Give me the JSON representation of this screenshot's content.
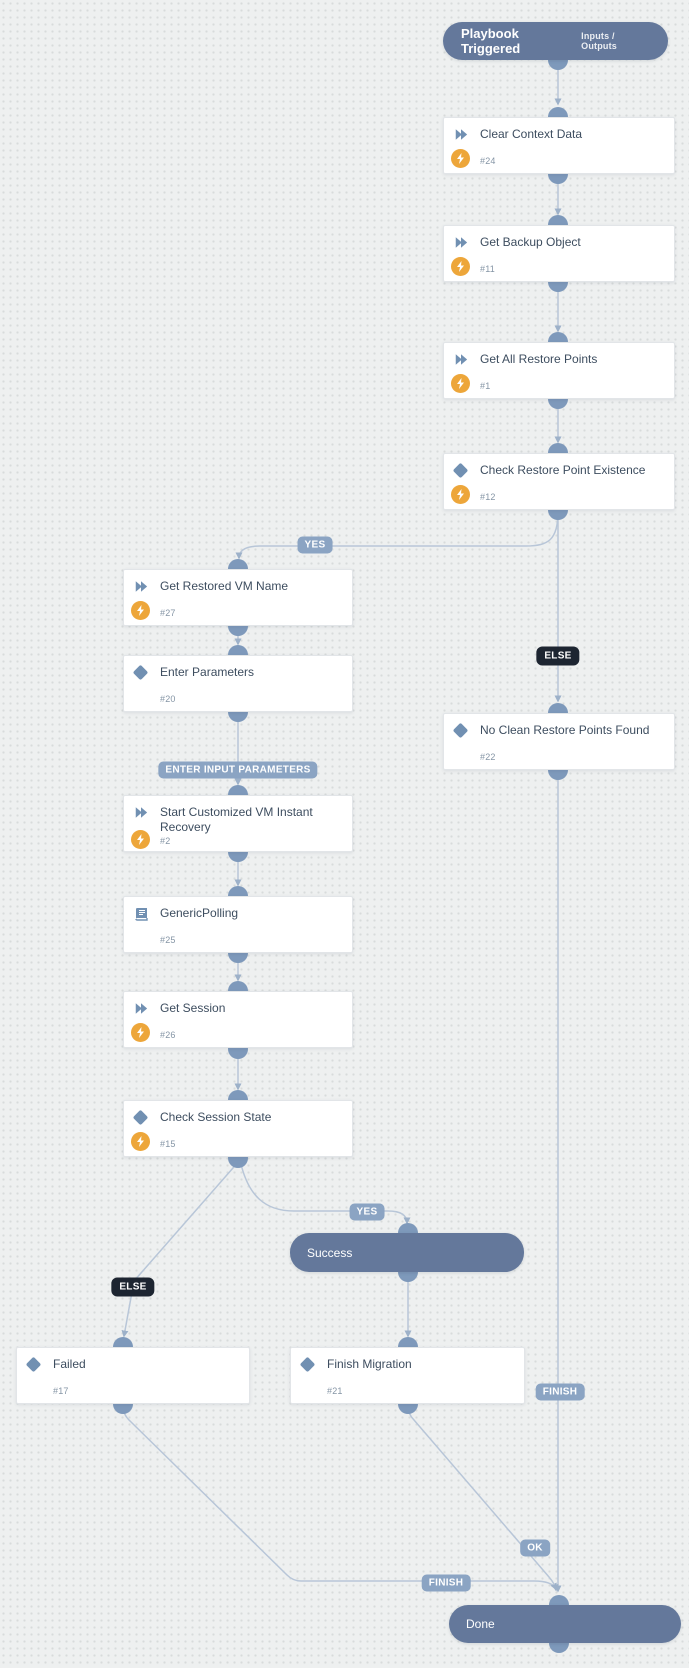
{
  "start": {
    "title": "Playbook Triggered",
    "io_label": "Inputs / Outputs"
  },
  "tasks": {
    "clear_context": {
      "title": "Clear Context Data",
      "num": "#24"
    },
    "get_backup": {
      "title": "Get Backup Object",
      "num": "#11"
    },
    "get_all_restore": {
      "title": "Get All Restore Points",
      "num": "#1"
    },
    "check_restore": {
      "title": "Check Restore Point Existence",
      "num": "#12"
    },
    "get_restored_vm": {
      "title": "Get Restored VM Name",
      "num": "#27"
    },
    "enter_params": {
      "title": "Enter Parameters",
      "num": "#20"
    },
    "start_recovery": {
      "title": "Start Customized VM Instant Recovery",
      "num": "#2"
    },
    "generic_polling": {
      "title": "GenericPolling",
      "num": "#25"
    },
    "get_session": {
      "title": "Get Session",
      "num": "#26"
    },
    "check_session": {
      "title": "Check Session State",
      "num": "#15"
    },
    "no_clean": {
      "title": "No Clean Restore Points Found",
      "num": "#22"
    },
    "failed": {
      "title": "Failed",
      "num": "#17"
    },
    "finish_migration": {
      "title": "Finish Migration",
      "num": "#21"
    }
  },
  "milestones": {
    "success": {
      "title": "Success"
    },
    "done": {
      "title": "Done"
    }
  },
  "edge_labels": {
    "yes_restore": "YES",
    "else_restore": "ELSE",
    "enter_input_parameters": "ENTER INPUT PARAMETERS",
    "yes_session": "YES",
    "else_session": "ELSE",
    "finish_right": "FINISH",
    "ok": "OK",
    "finish_bottom": "FINISH"
  },
  "colors": {
    "canvas_bg": "#eef0f0",
    "canvas_dots": "#d8dbdb",
    "pill_bg": "#64789b",
    "card_bg": "#ffffff",
    "title_text": "#3d4d5f",
    "num_text": "#8595a5",
    "icon_blue": "#7190b2",
    "automation_orange": "#eda63a",
    "edge_line": "#b8c6d8",
    "port_dot": "#7e99bb",
    "label_badge_bg": "#8ba4c3",
    "else_badge_bg": "#1d2531"
  }
}
